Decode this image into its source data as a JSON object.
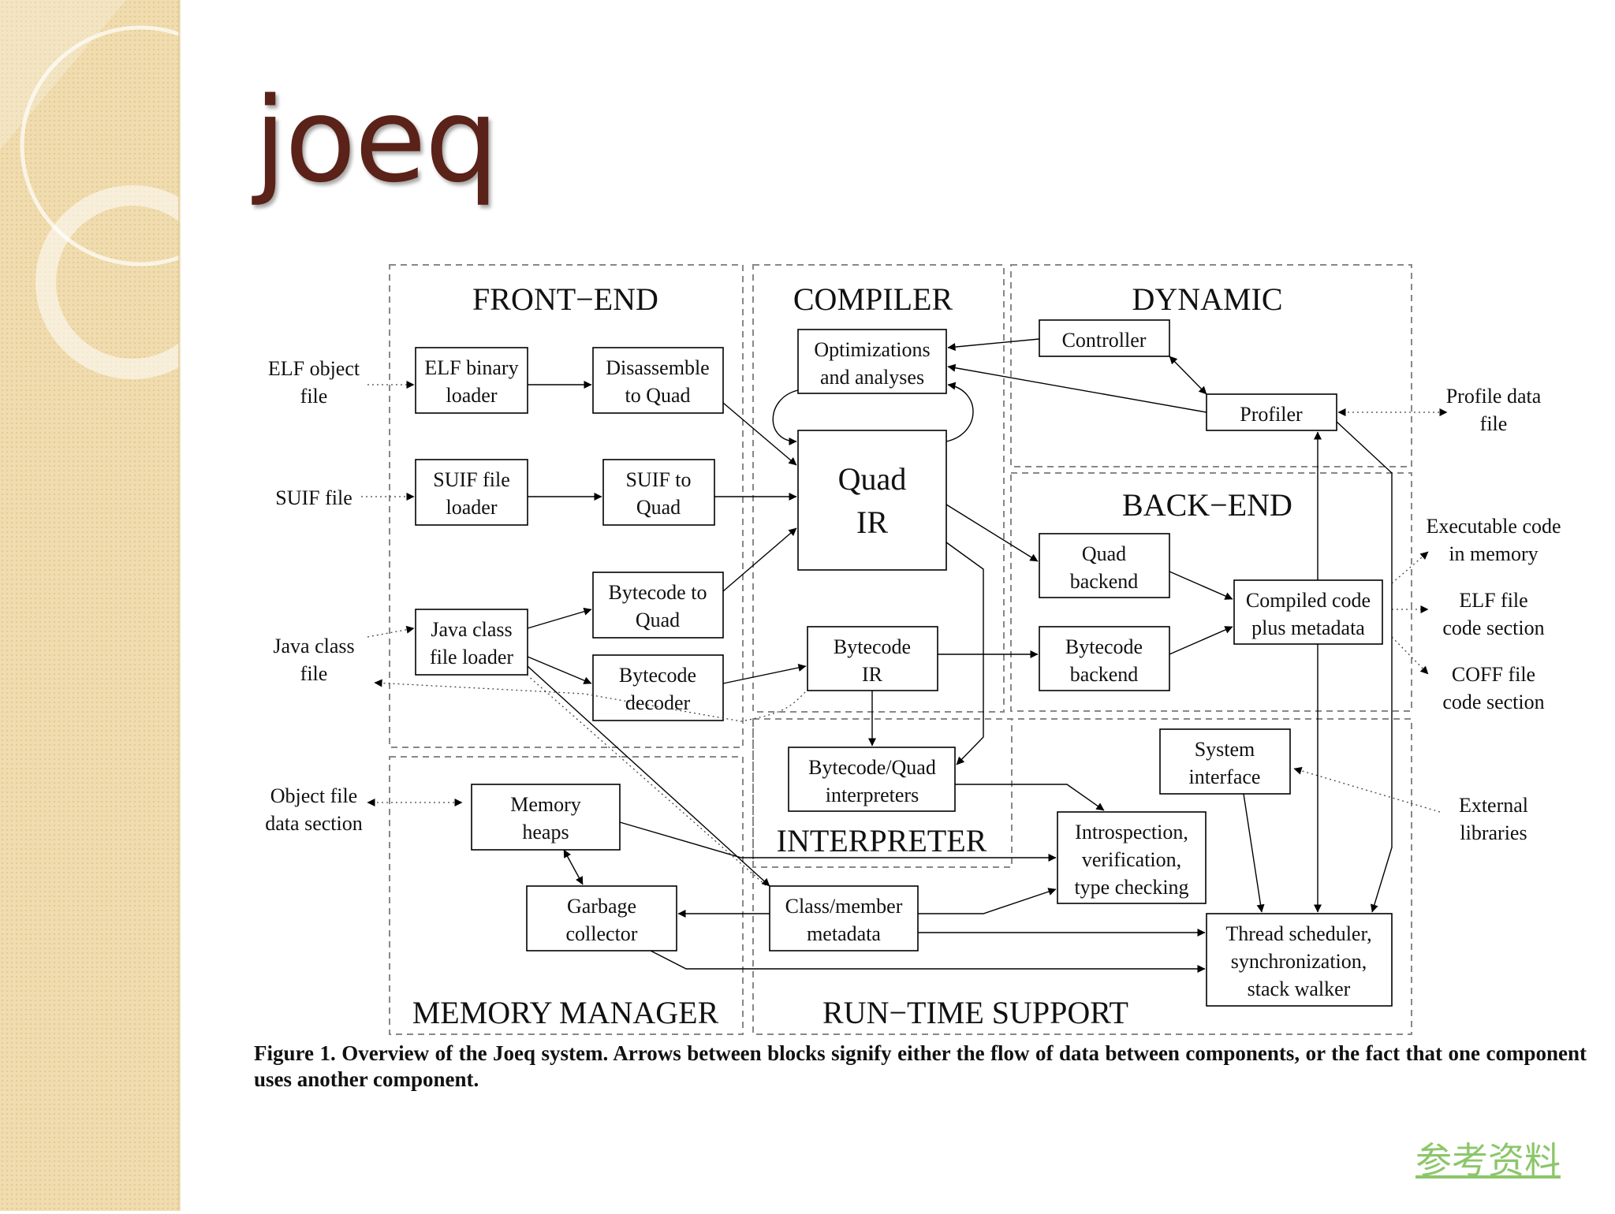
{
  "slide": {
    "title": "joeq"
  },
  "regions": {
    "front_end": "FRONT−END",
    "compiler": "COMPILER",
    "dynamic": "DYNAMIC",
    "back_end": "BACK−END",
    "interpreter": "INTERPRETER",
    "memory_manager": "MEMORY MANAGER",
    "runtime_support": "RUN−TIME SUPPORT"
  },
  "boxes": {
    "elf_loader": [
      "ELF binary",
      "loader"
    ],
    "disassemble": [
      "Disassemble",
      "to Quad"
    ],
    "suif_loader": [
      "SUIF file",
      "loader"
    ],
    "suif_to_quad": [
      "SUIF to",
      "Quad"
    ],
    "bytecode_to_quad": [
      "Bytecode to",
      "Quad"
    ],
    "java_loader": [
      "Java class",
      "file loader"
    ],
    "bytecode_decoder": [
      "Bytecode",
      "decoder"
    ],
    "optimizations": [
      "Optimizations",
      "and analyses"
    ],
    "quad_ir": [
      "Quad",
      "IR"
    ],
    "bytecode_ir": [
      "Bytecode",
      "IR"
    ],
    "interpreters": [
      "Bytecode/Quad",
      "interpreters"
    ],
    "controller": [
      "Controller"
    ],
    "profiler": [
      "Profiler"
    ],
    "quad_backend": [
      "Quad",
      "backend"
    ],
    "bytecode_backend": [
      "Bytecode",
      "backend"
    ],
    "compiled_code": [
      "Compiled code",
      "plus metadata"
    ],
    "memory_heaps": [
      "Memory",
      "heaps"
    ],
    "garbage_collector": [
      "Garbage",
      "collector"
    ],
    "class_metadata": [
      "Class/member",
      "metadata"
    ],
    "introspection": [
      "Introspection,",
      "verification,",
      "type checking"
    ],
    "system_interface": [
      "System",
      "interface"
    ],
    "thread_scheduler": [
      "Thread scheduler,",
      "synchronization,",
      "stack walker"
    ]
  },
  "externals": {
    "elf_object": [
      "ELF object",
      "file"
    ],
    "suif_file": [
      "SUIF file"
    ],
    "java_class": [
      "Java class",
      "file"
    ],
    "object_data": [
      "Object file",
      "data section"
    ],
    "profile_data": [
      "Profile data",
      "file"
    ],
    "exec_memory": [
      "Executable code",
      "in memory"
    ],
    "elf_section": [
      "ELF file",
      "code section"
    ],
    "coff_section": [
      "COFF file",
      "code section"
    ],
    "ext_libraries": [
      "External",
      "libraries"
    ]
  },
  "caption": "Figure 1.  Overview of the Joeq system.  Arrows between blocks signify either the flow of data between components, or the fact that one component uses another component.",
  "reference_link": "参考资料"
}
